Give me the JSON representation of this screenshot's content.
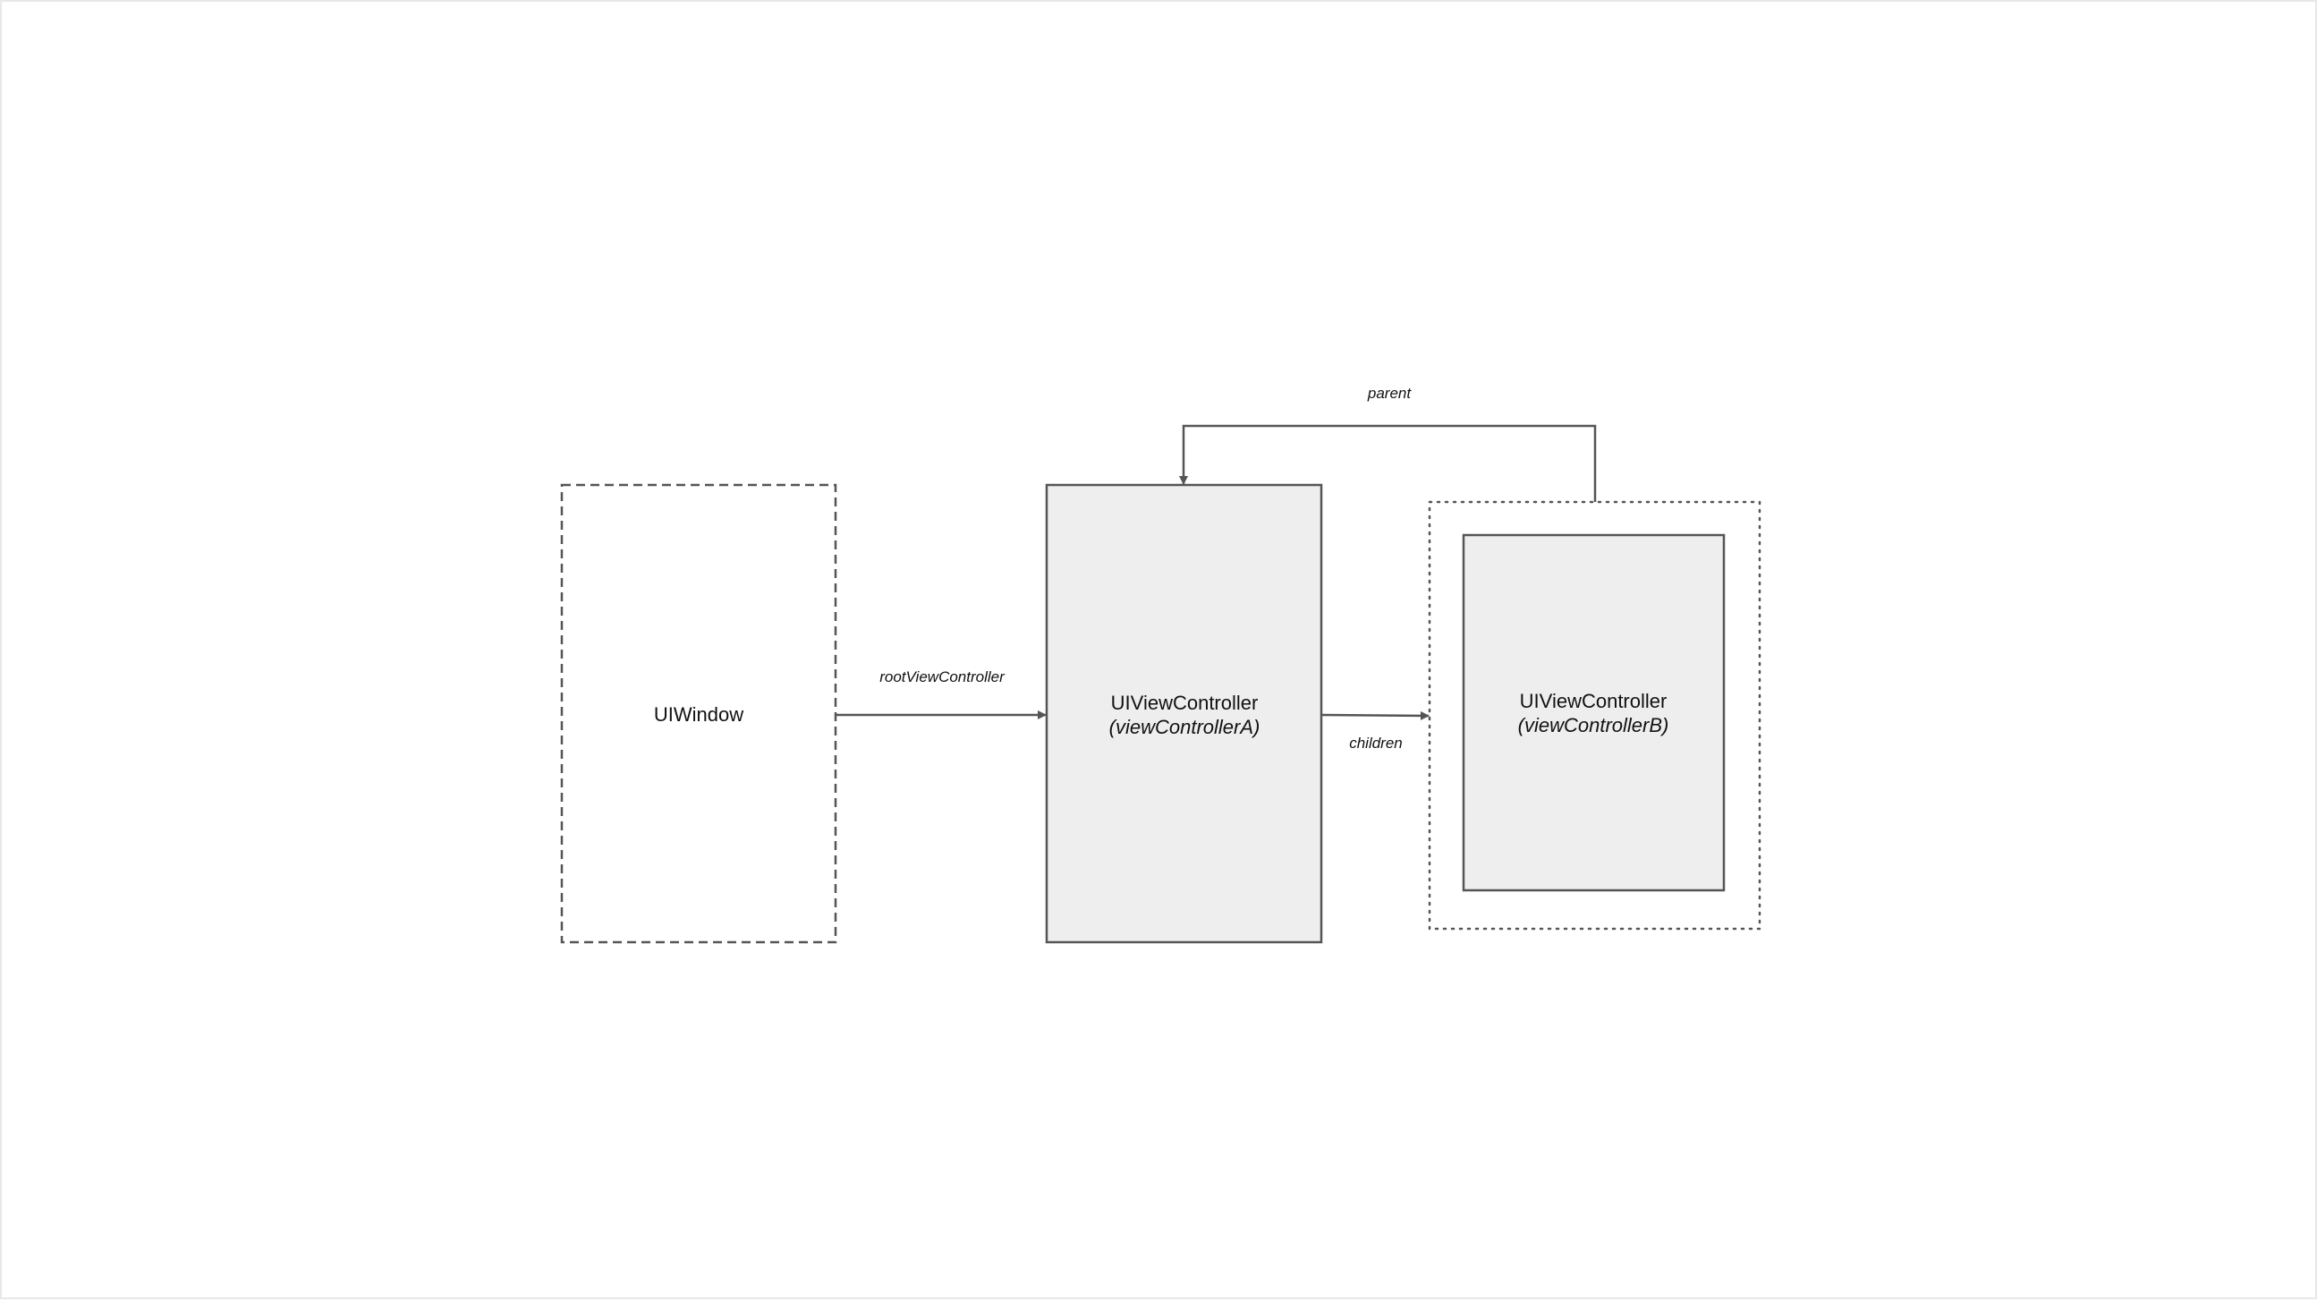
{
  "diagram": {
    "nodes": {
      "window": {
        "label": "UIWindow"
      },
      "vc_a": {
        "label": "UIViewController",
        "sub": "(viewControllerA)"
      },
      "vc_b": {
        "label": "UIViewController",
        "sub": "(viewControllerB)"
      }
    },
    "edges": {
      "root": {
        "label": "rootViewController"
      },
      "children": {
        "label": "children"
      },
      "parent": {
        "label": "parent"
      }
    },
    "colors": {
      "stroke": "#555555",
      "fill": "#eeeeee",
      "text": "#111111"
    }
  }
}
